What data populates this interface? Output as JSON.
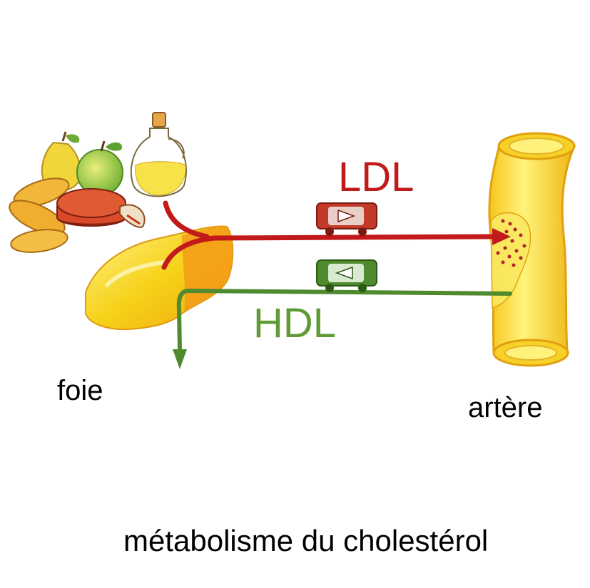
{
  "labels": {
    "ldl": "LDL",
    "hdl": "HDL",
    "foie": "foie",
    "artere": "artère",
    "caption": "métabolisme du cholestérol"
  },
  "colors": {
    "ldl": "#c21a1a",
    "hdl": "#5e9b35",
    "liver": "#f2c40f",
    "artery": "#f4d936",
    "food": "#d8881e"
  },
  "icons": [
    "fruit-pile-icon",
    "oil-bottle-icon",
    "sausage-icon",
    "pate-icon",
    "liver-icon",
    "artery-icon",
    "ldl-carrier-icon",
    "hdl-carrier-icon",
    "cholesterol-plaque-icon"
  ]
}
